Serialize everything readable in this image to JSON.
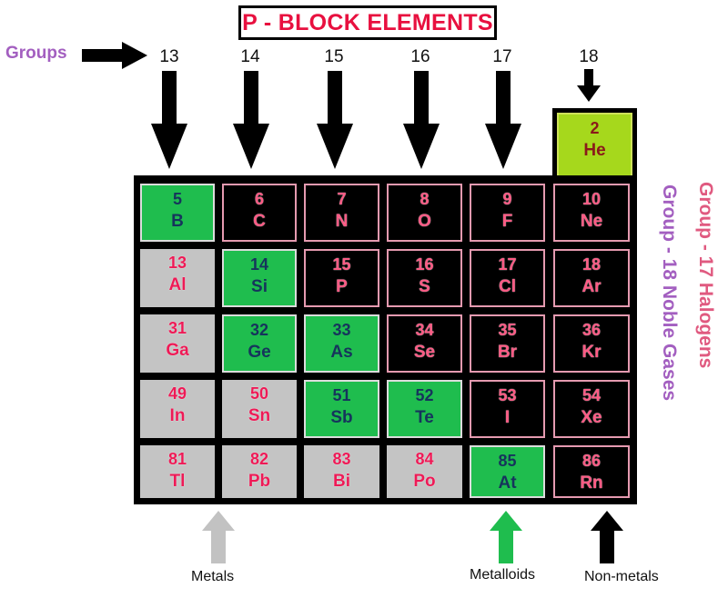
{
  "title": "P - BLOCK ELEMENTS",
  "groups_label": "Groups",
  "groups": [
    "13",
    "14",
    "15",
    "16",
    "17",
    "18"
  ],
  "side_labels": {
    "halogens": "Group - 17 Halogens",
    "noble": "Group - 18 Noble Gases"
  },
  "legend": {
    "metals": "Metals",
    "metalloids": "Metalloids",
    "nonmetals": "Non-metals"
  },
  "colors": {
    "metal": "#c4c4c4",
    "metalloid": "#1fbd4e",
    "nonmetal": "#000000",
    "helium": "#a6d81c",
    "title_text": "#e8103f",
    "halogen_label": "#e05a80",
    "noble_label": "#a35fc0"
  },
  "helium": {
    "number": "2",
    "symbol": "He",
    "type": "noble"
  },
  "rows": [
    [
      {
        "n": "5",
        "s": "B",
        "t": "metalloid"
      },
      {
        "n": "6",
        "s": "C",
        "t": "nonmetal"
      },
      {
        "n": "7",
        "s": "N",
        "t": "nonmetal"
      },
      {
        "n": "8",
        "s": "O",
        "t": "nonmetal"
      },
      {
        "n": "9",
        "s": "F",
        "t": "nonmetal"
      },
      {
        "n": "10",
        "s": "Ne",
        "t": "nonmetal"
      }
    ],
    [
      {
        "n": "13",
        "s": "Al",
        "t": "metal"
      },
      {
        "n": "14",
        "s": "Si",
        "t": "metalloid"
      },
      {
        "n": "15",
        "s": "P",
        "t": "nonmetal"
      },
      {
        "n": "16",
        "s": "S",
        "t": "nonmetal"
      },
      {
        "n": "17",
        "s": "Cl",
        "t": "nonmetal"
      },
      {
        "n": "18",
        "s": "Ar",
        "t": "nonmetal"
      }
    ],
    [
      {
        "n": "31",
        "s": "Ga",
        "t": "metal"
      },
      {
        "n": "32",
        "s": "Ge",
        "t": "metalloid"
      },
      {
        "n": "33",
        "s": "As",
        "t": "metalloid"
      },
      {
        "n": "34",
        "s": "Se",
        "t": "nonmetal"
      },
      {
        "n": "35",
        "s": "Br",
        "t": "nonmetal"
      },
      {
        "n": "36",
        "s": "Kr",
        "t": "nonmetal"
      }
    ],
    [
      {
        "n": "49",
        "s": "In",
        "t": "metal"
      },
      {
        "n": "50",
        "s": "Sn",
        "t": "metal"
      },
      {
        "n": "51",
        "s": "Sb",
        "t": "metalloid"
      },
      {
        "n": "52",
        "s": "Te",
        "t": "metalloid"
      },
      {
        "n": "53",
        "s": "I",
        "t": "nonmetal"
      },
      {
        "n": "54",
        "s": "Xe",
        "t": "nonmetal"
      }
    ],
    [
      {
        "n": "81",
        "s": "Tl",
        "t": "metal"
      },
      {
        "n": "82",
        "s": "Pb",
        "t": "metal"
      },
      {
        "n": "83",
        "s": "Bi",
        "t": "metal"
      },
      {
        "n": "84",
        "s": "Po",
        "t": "metal"
      },
      {
        "n": "85",
        "s": "At",
        "t": "metalloid"
      },
      {
        "n": "86",
        "s": "Rn",
        "t": "nonmetal"
      }
    ]
  ]
}
